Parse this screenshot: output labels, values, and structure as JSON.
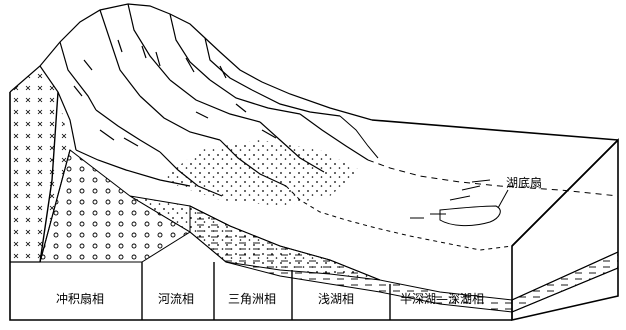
{
  "diagram": {
    "annotation": "湖底扇",
    "facies": [
      {
        "key": "alluvial_fan",
        "label": "冲积扇相"
      },
      {
        "key": "fluvial",
        "label": "河流相"
      },
      {
        "key": "delta",
        "label": "三角洲相"
      },
      {
        "key": "shallow_lake",
        "label": "浅湖相"
      },
      {
        "key": "deep_lake",
        "label": "半深湖—深湖相"
      }
    ]
  }
}
